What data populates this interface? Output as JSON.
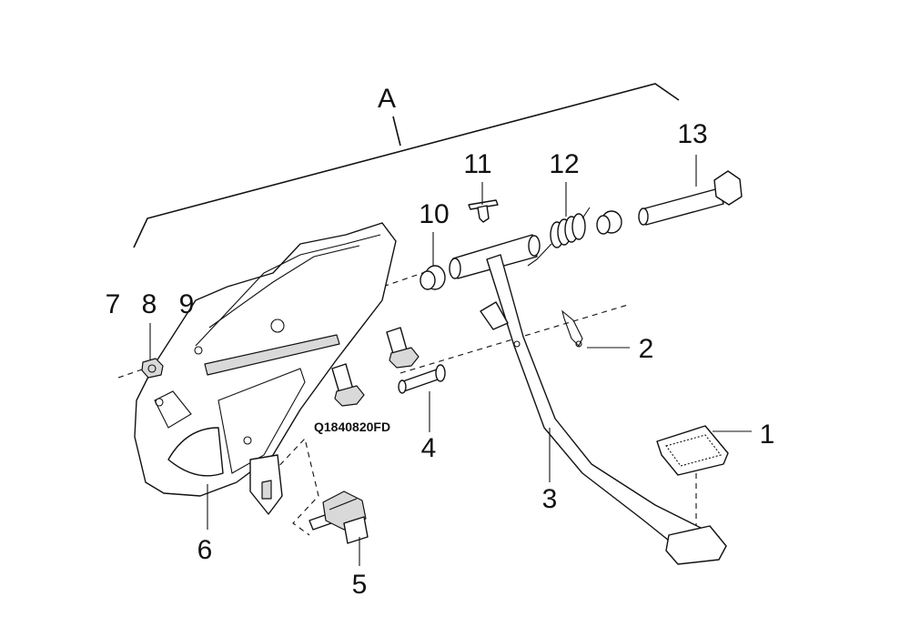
{
  "assembly_label": "A",
  "drawing_code": "Q1840820FD",
  "callouts": {
    "c1": "1",
    "c2": "2",
    "c3": "3",
    "c4": "4",
    "c5": "5",
    "c6": "6",
    "c7": "7",
    "c8": "8",
    "c9": "9",
    "c10": "10",
    "c11": "11",
    "c12": "12",
    "c13": "13"
  }
}
